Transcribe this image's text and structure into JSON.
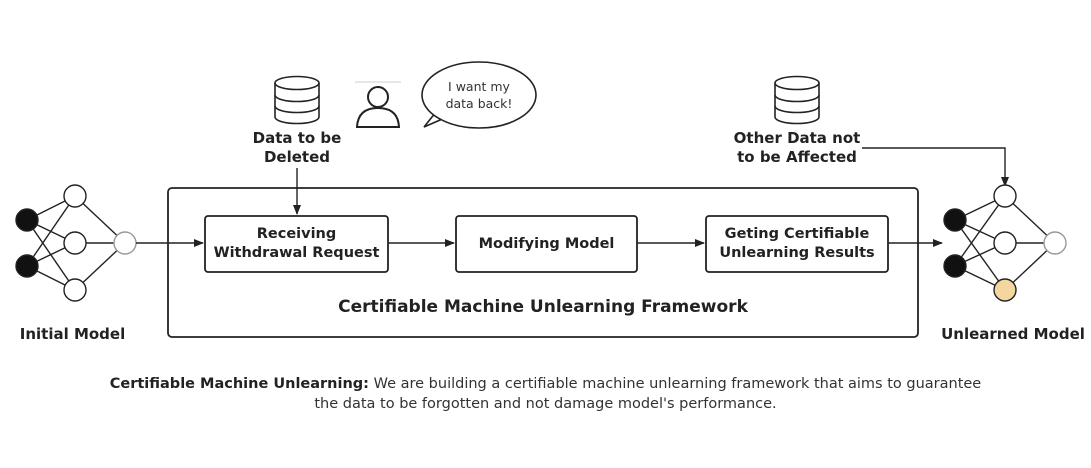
{
  "initial_model": {
    "label": "Initial Model"
  },
  "unlearned_model": {
    "label": "Unlearned Model"
  },
  "data_to_delete": {
    "label_line1": "Data to be",
    "label_line2": "Deleted"
  },
  "other_data": {
    "label_line1": "Other Data not",
    "label_line2": "to be Affected"
  },
  "user_bubble": {
    "line1": "I want my",
    "line2": "data back!"
  },
  "steps": [
    {
      "line1": "Receiving",
      "line2": "Withdrawal Request"
    },
    {
      "line1": "Modifying Model",
      "line2": ""
    },
    {
      "line1": "Geting Certifiable",
      "line2": "Unlearning Results"
    }
  ],
  "framework": {
    "title": "Certifiable Machine Unlearning Framework"
  },
  "caption": {
    "bold": "Certifiable Machine Unlearning:",
    "text": " We are building a certifiable machine unlearning framework that aims to guarantee the data to be forgotten and not damage model's performance."
  },
  "colors": {
    "stroke": "#222222",
    "node_fill": "#ffffff",
    "input_node": "#111111",
    "output_node_stroke": "#999999",
    "changed_node": "#f5d6a0"
  }
}
